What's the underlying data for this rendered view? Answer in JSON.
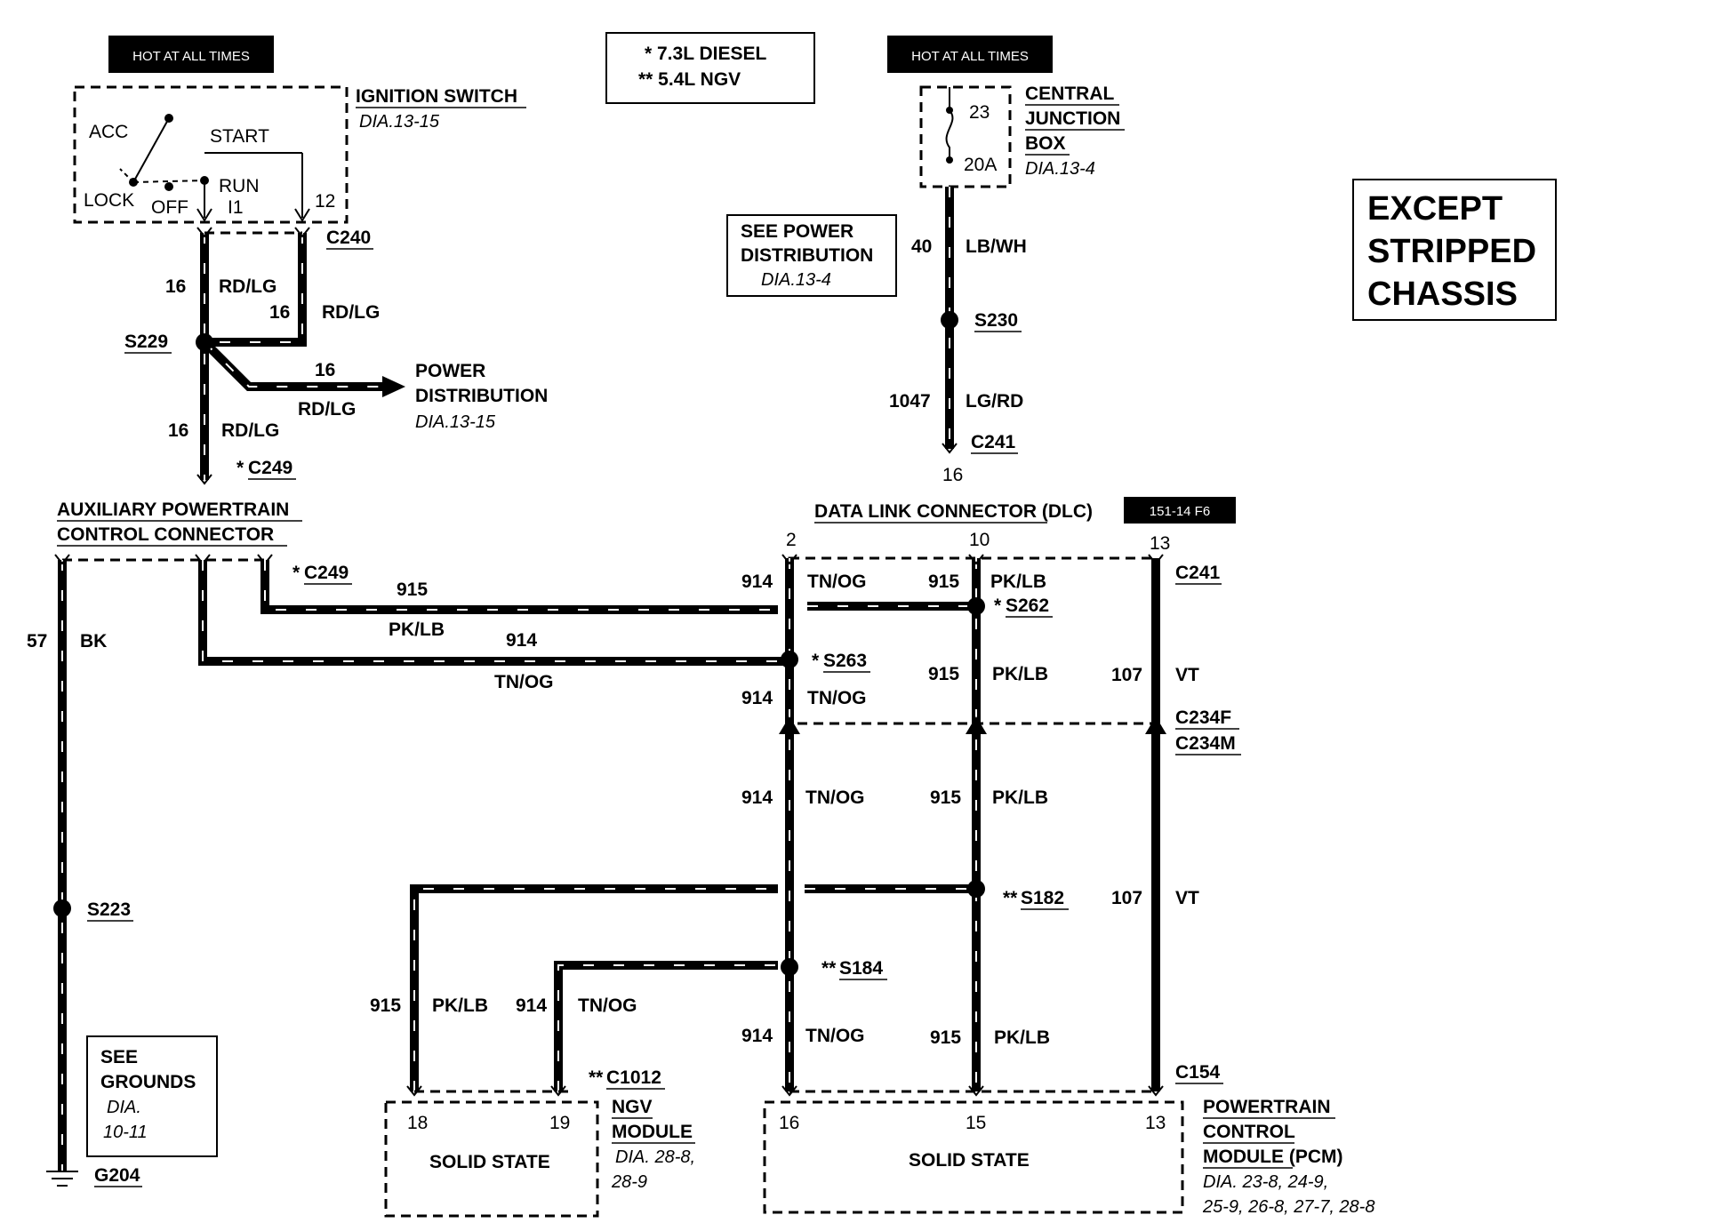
{
  "hot_tag_left": "HOT AT ALL TIMES",
  "hot_tag_right": "HOT AT ALL TIMES",
  "note_box": {
    "line1": "* 7.3L DIESEL",
    "line2": "** 5.4L NGV"
  },
  "ignition_switch": {
    "title": "IGNITION SWITCH",
    "dia": "DIA.13-15",
    "acc": "ACC",
    "lock": "LOCK",
    "off": "OFF",
    "run": "RUN",
    "start": "START",
    "i1": "I1",
    "pin12": "12"
  },
  "cjb": {
    "line1": "CENTRAL",
    "line2": "JUNCTION",
    "line3": "BOX",
    "dia": "DIA.13-4",
    "fuse_num": "23",
    "fuse_amp": "20A"
  },
  "see_power": {
    "line1": "SEE POWER",
    "line2": "DISTRIBUTION",
    "dia": "DIA.13-4"
  },
  "except_box": {
    "line1": "EXCEPT",
    "line2": "STRIPPED",
    "line3": "CHASSIS"
  },
  "power_dist": {
    "line1": "POWER",
    "line2": "DISTRIBUTION",
    "dia": "DIA.13-15"
  },
  "connectors": {
    "c240": "C240",
    "s229": "S229",
    "c249a": "C249",
    "c249b": "C249",
    "s230": "S230",
    "c241a": "C241",
    "c241b": "C241",
    "s262": "S262",
    "s263": "S263",
    "c234f": "C234F",
    "c234m": "C234M",
    "s182": "S182",
    "s184": "S184",
    "s223": "S223",
    "c1012": "C1012",
    "c154": "C154",
    "g204": "G204"
  },
  "stars": {
    "one": "*",
    "two": "**"
  },
  "wires": {
    "n16": "16",
    "rdlg": "RD/LG",
    "n40": "40",
    "lbwh": "LB/WH",
    "n1047": "1047",
    "lgrd": "LG/RD",
    "n915": "915",
    "pklb": "PK/LB",
    "n914": "914",
    "tnog": "TN/OG",
    "n57": "57",
    "bk": "BK",
    "n107": "107",
    "vt": "VT"
  },
  "aux": {
    "line1": "AUXILIARY POWERTRAIN",
    "line2": "CONTROL CONNECTOR"
  },
  "dlc": {
    "title": "DATA LINK CONNECTOR (DLC)",
    "code": "151-14 F6",
    "pin2": "2",
    "pin10": "10",
    "pin13": "13"
  },
  "see_grounds": {
    "line1": "SEE",
    "line2": "GROUNDS",
    "line3": "DIA.",
    "line4": "10-11"
  },
  "ngv": {
    "line1": "NGV",
    "line2": "MODULE",
    "dia1": "DIA. 28-8,",
    "dia2": "28-9",
    "pin18": "18",
    "pin19": "19",
    "state": "SOLID STATE"
  },
  "pcm": {
    "line1": "POWERTRAIN",
    "line2": "CONTROL",
    "line3": "MODULE (PCM)",
    "dia1": "DIA. 23-8, 24-9,",
    "dia2": "25-9, 26-8, 27-7, 28-8",
    "pin16": "16",
    "pin15": "15",
    "pin13": "13",
    "state": "SOLID STATE"
  }
}
